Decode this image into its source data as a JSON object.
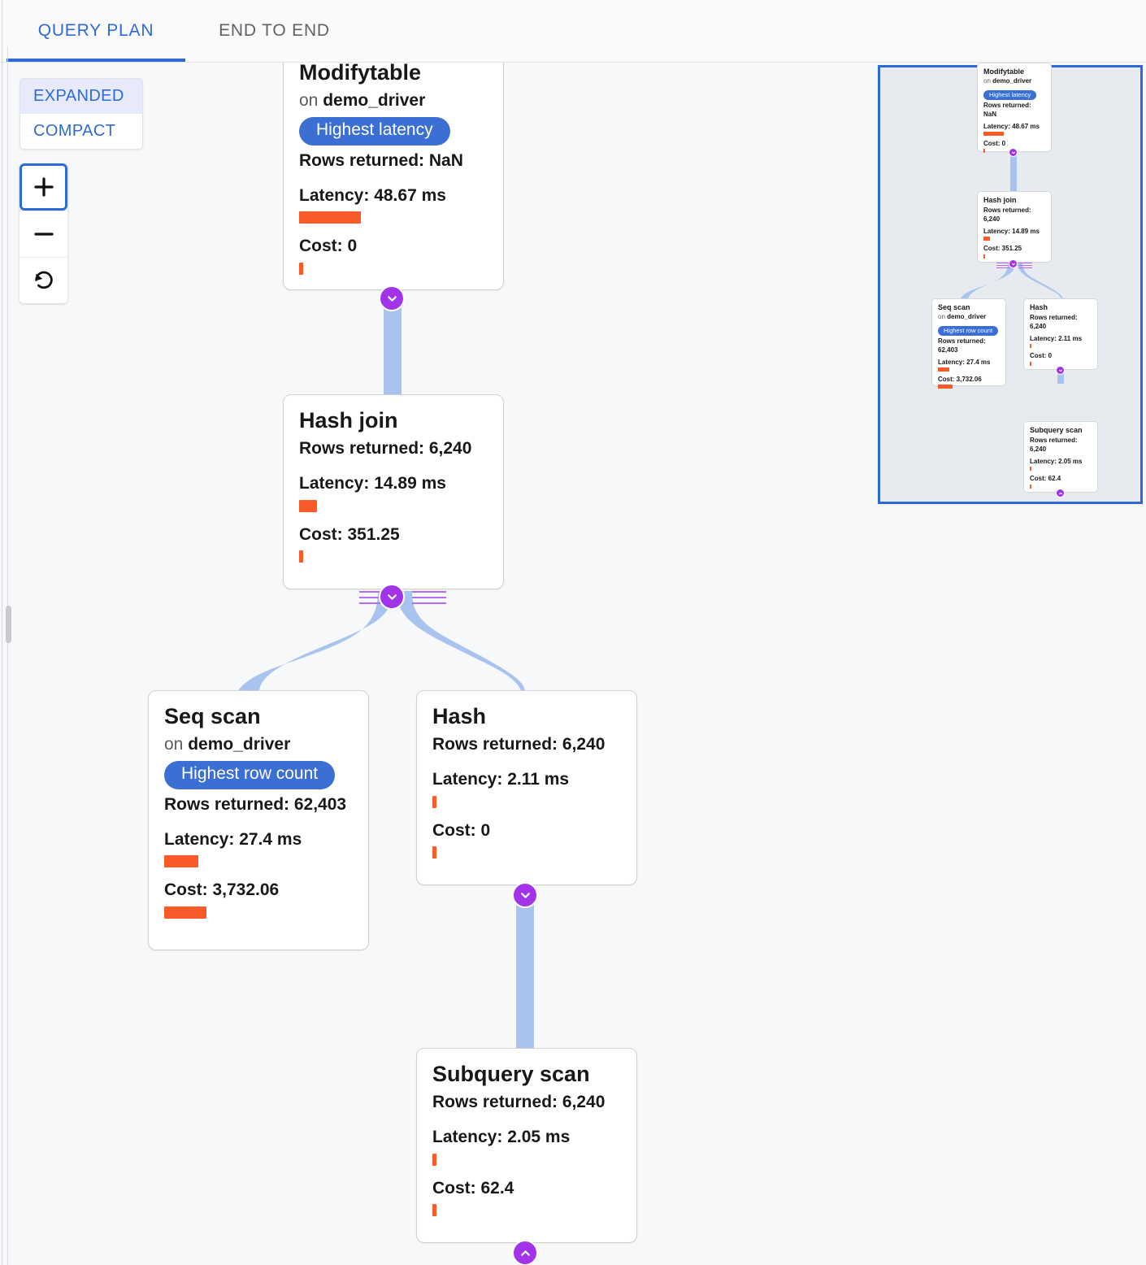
{
  "tabs": [
    {
      "id": "query-plan",
      "label": "QUERY PLAN",
      "active": true
    },
    {
      "id": "end-to-end",
      "label": "END TO END",
      "active": false
    }
  ],
  "controls": {
    "mode": {
      "expanded_label": "EXPANDED",
      "compact_label": "COMPACT",
      "selected": "EXPANDED"
    },
    "zoom": {
      "zoom_in_label": "+",
      "zoom_out_label": "−",
      "reset_label": "reset-icon"
    }
  },
  "colors": {
    "accent_blue": "#2f6ad4",
    "badge_blue": "#3b6fd4",
    "bar_orange": "#f85a28",
    "edge_blue": "#a8c4ee",
    "chevron_purple": "#a233e8",
    "minimap_bg": "#e7eaee",
    "canvas_bg": "#f7f8fa"
  },
  "labels": {
    "rows_returned": "Rows returned:",
    "latency": "Latency:",
    "cost": "Cost:",
    "on": "on"
  },
  "nodes": [
    {
      "id": "modifytable",
      "title": "Modifytable",
      "relation": "demo_driver",
      "on_prefix": "on",
      "badge": "Highest latency",
      "rows_line": "Rows returned: NaN",
      "latency_line": "Latency: 48.67 ms",
      "cost_line": "Cost: 0",
      "latency_bar_pct": 47,
      "cost_bar_pct": 2
    },
    {
      "id": "hash-join",
      "title": "Hash join",
      "relation": null,
      "badge": null,
      "rows_line": "Rows returned: 6,240",
      "latency_line": "Latency: 14.89 ms",
      "cost_line": "Cost: 351.25",
      "latency_bar_pct": 14,
      "cost_bar_pct": 2
    },
    {
      "id": "seq-scan",
      "title": "Seq scan",
      "relation": "demo_driver",
      "on_prefix": "on",
      "badge": "Highest row count",
      "rows_line": "Rows returned: 62,403",
      "latency_line": "Latency: 27.4 ms",
      "cost_line": "Cost: 3,732.06",
      "latency_bar_pct": 26,
      "cost_bar_pct": 35
    },
    {
      "id": "hash",
      "title": "Hash",
      "relation": null,
      "badge": null,
      "rows_line": "Rows returned: 6,240",
      "latency_line": "Latency: 2.11 ms",
      "cost_line": "Cost: 0",
      "latency_bar_pct": 2,
      "cost_bar_pct": 2
    },
    {
      "id": "subquery-scan",
      "title": "Subquery scan",
      "relation": null,
      "badge": null,
      "rows_line": "Rows returned: 6,240",
      "latency_line": "Latency: 2.05 ms",
      "cost_line": "Cost: 62.4",
      "latency_bar_pct": 2,
      "cost_bar_pct": 2
    }
  ],
  "minimap": {
    "name": "minimap-viewport"
  }
}
